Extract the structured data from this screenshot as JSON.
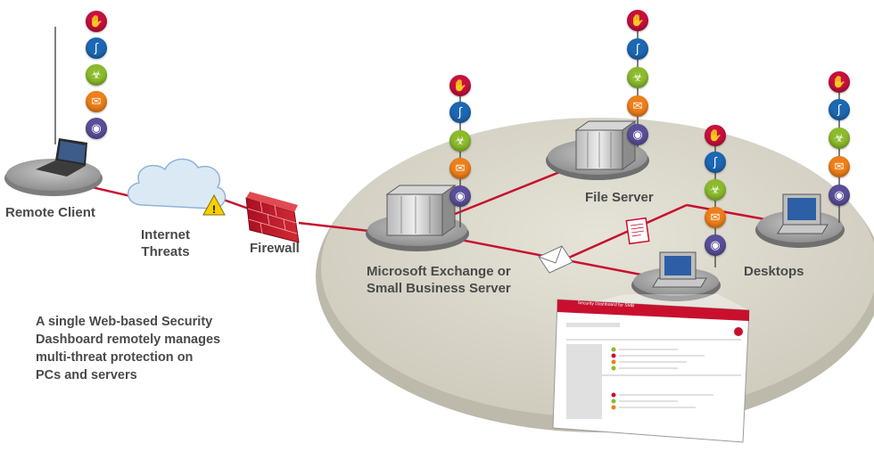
{
  "labels": {
    "remote_client": "Remote Client",
    "internet_threats": [
      "Internet",
      "Threats"
    ],
    "firewall": "Firewall",
    "exchange_server": [
      "Microsoft Exchange or",
      "Small Business Server"
    ],
    "file_server": "File Server",
    "desktops": "Desktops"
  },
  "caption": [
    "A single Web-based Security",
    "Dashboard remotely manages",
    "multi-threat protection on",
    "PCs and servers"
  ],
  "dashboard": {
    "title": "Security Dashboard for SMB"
  },
  "threat_icons": [
    "hand-icon",
    "phishing-hook-icon",
    "biohazard-icon",
    "mail-icon",
    "eye-icon"
  ],
  "colors": {
    "network_line": "#c8102e",
    "platform": "#d9d6c9",
    "label_text": "#4a4a4a"
  }
}
